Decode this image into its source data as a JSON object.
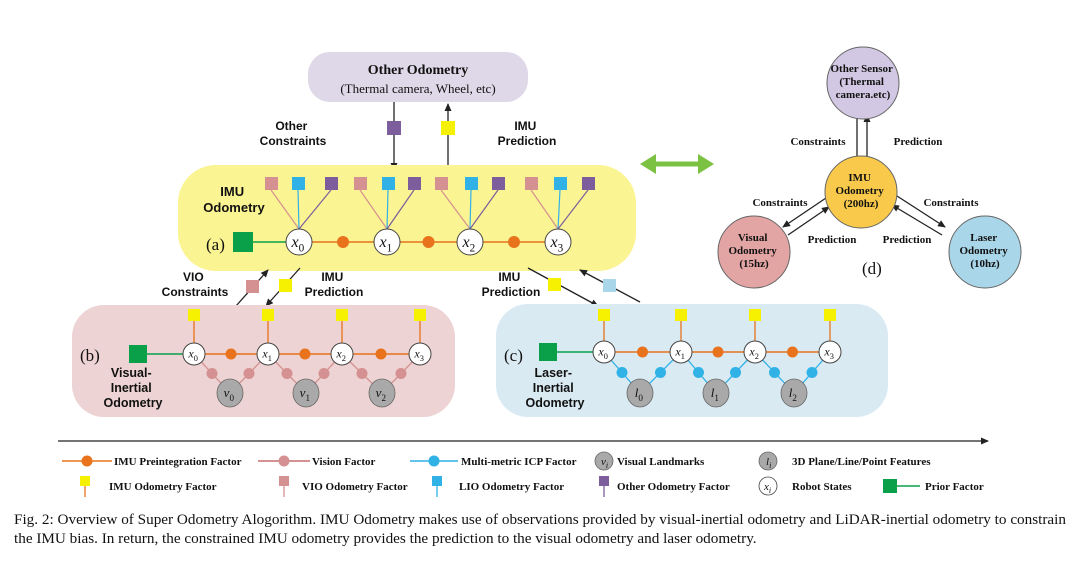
{
  "other_odometry": {
    "title": "Other Odometry",
    "subtitle": "(Thermal camera, Wheel, etc)"
  },
  "labels": {
    "other_constraints": [
      "Other",
      "Constraints"
    ],
    "imu_prediction_top": [
      "IMU",
      "Prediction"
    ],
    "imu_odometry": [
      "IMU",
      "Odometry"
    ],
    "panel_a": "(a)",
    "vio_constraints": [
      "VIO",
      "Constraints"
    ],
    "imu_prediction_left": [
      "IMU",
      "Prediction"
    ],
    "imu_prediction_right": [
      "IMU",
      "Prediction"
    ],
    "panel_b": "(b)",
    "visual_inertial": [
      "Visual-",
      "Inertial",
      "Odometry"
    ],
    "panel_c": "(c)",
    "laser_inertial": [
      "Laser-",
      "Inertial",
      "Odometry"
    ]
  },
  "states": [
    "x0",
    "x1",
    "x2",
    "x3"
  ],
  "visual_landmarks": [
    "v0",
    "v1",
    "v2"
  ],
  "laser_features": [
    "l0",
    "l1",
    "l2"
  ],
  "graph_d": {
    "other_sensor": [
      "Other Sensor",
      "(Thermal",
      "camera.etc)"
    ],
    "imu": [
      "IMU",
      "Odometry",
      "(200hz)"
    ],
    "visual": [
      "Visual",
      "Odometry",
      "(15hz)"
    ],
    "laser": [
      "Laser",
      "Odometry",
      "(10hz)"
    ],
    "constraints": "Constraints",
    "prediction": "Prediction",
    "panel": "(d)"
  },
  "legend": {
    "imu_preintegration": "IMU Preintegration Factor",
    "vision": "Vision Factor",
    "icp": "Multi-metric ICP  Factor",
    "visual_landmarks": "Visual Landmarks",
    "plane_features": "3D Plane/Line/Point Features",
    "imu_odometry": "IMU Odometry Factor",
    "vio_odometry": "VIO Odometry Factor",
    "lio_odometry": "LIO Odometry Factor",
    "other_odometry": "Other Odometry Factor",
    "robot_states": "Robot States",
    "prior": "Prior Factor"
  },
  "caption": "Fig. 2: Overview of Super Odometry Alogorithm. IMU Odometry makes use of observations provided by visual-inertial odometry and LiDAR-inertial odometry to constrain the IMU bias. In return, the constrained IMU odometry provides the prediction to the visual odometry and laser odometry.",
  "colors": {
    "yellow_bg": "#fbf492",
    "pink_bg": "#edd3d3",
    "blue_bg": "#d9eaf3",
    "purple_bg": "#ded8e8",
    "orange": "#e8731c",
    "pink": "#d59191",
    "cyan": "#31b2e6",
    "yellow": "#f6f100",
    "purple": "#7d5e9c",
    "green": "#0aa04a",
    "gray": "#a9a9a9",
    "imu_node": "#f8c94a",
    "visual_node": "#e3a4a4",
    "laser_node": "#a9d6e8",
    "other_node": "#d3c8e3",
    "arrow_green": "#7cc242"
  }
}
